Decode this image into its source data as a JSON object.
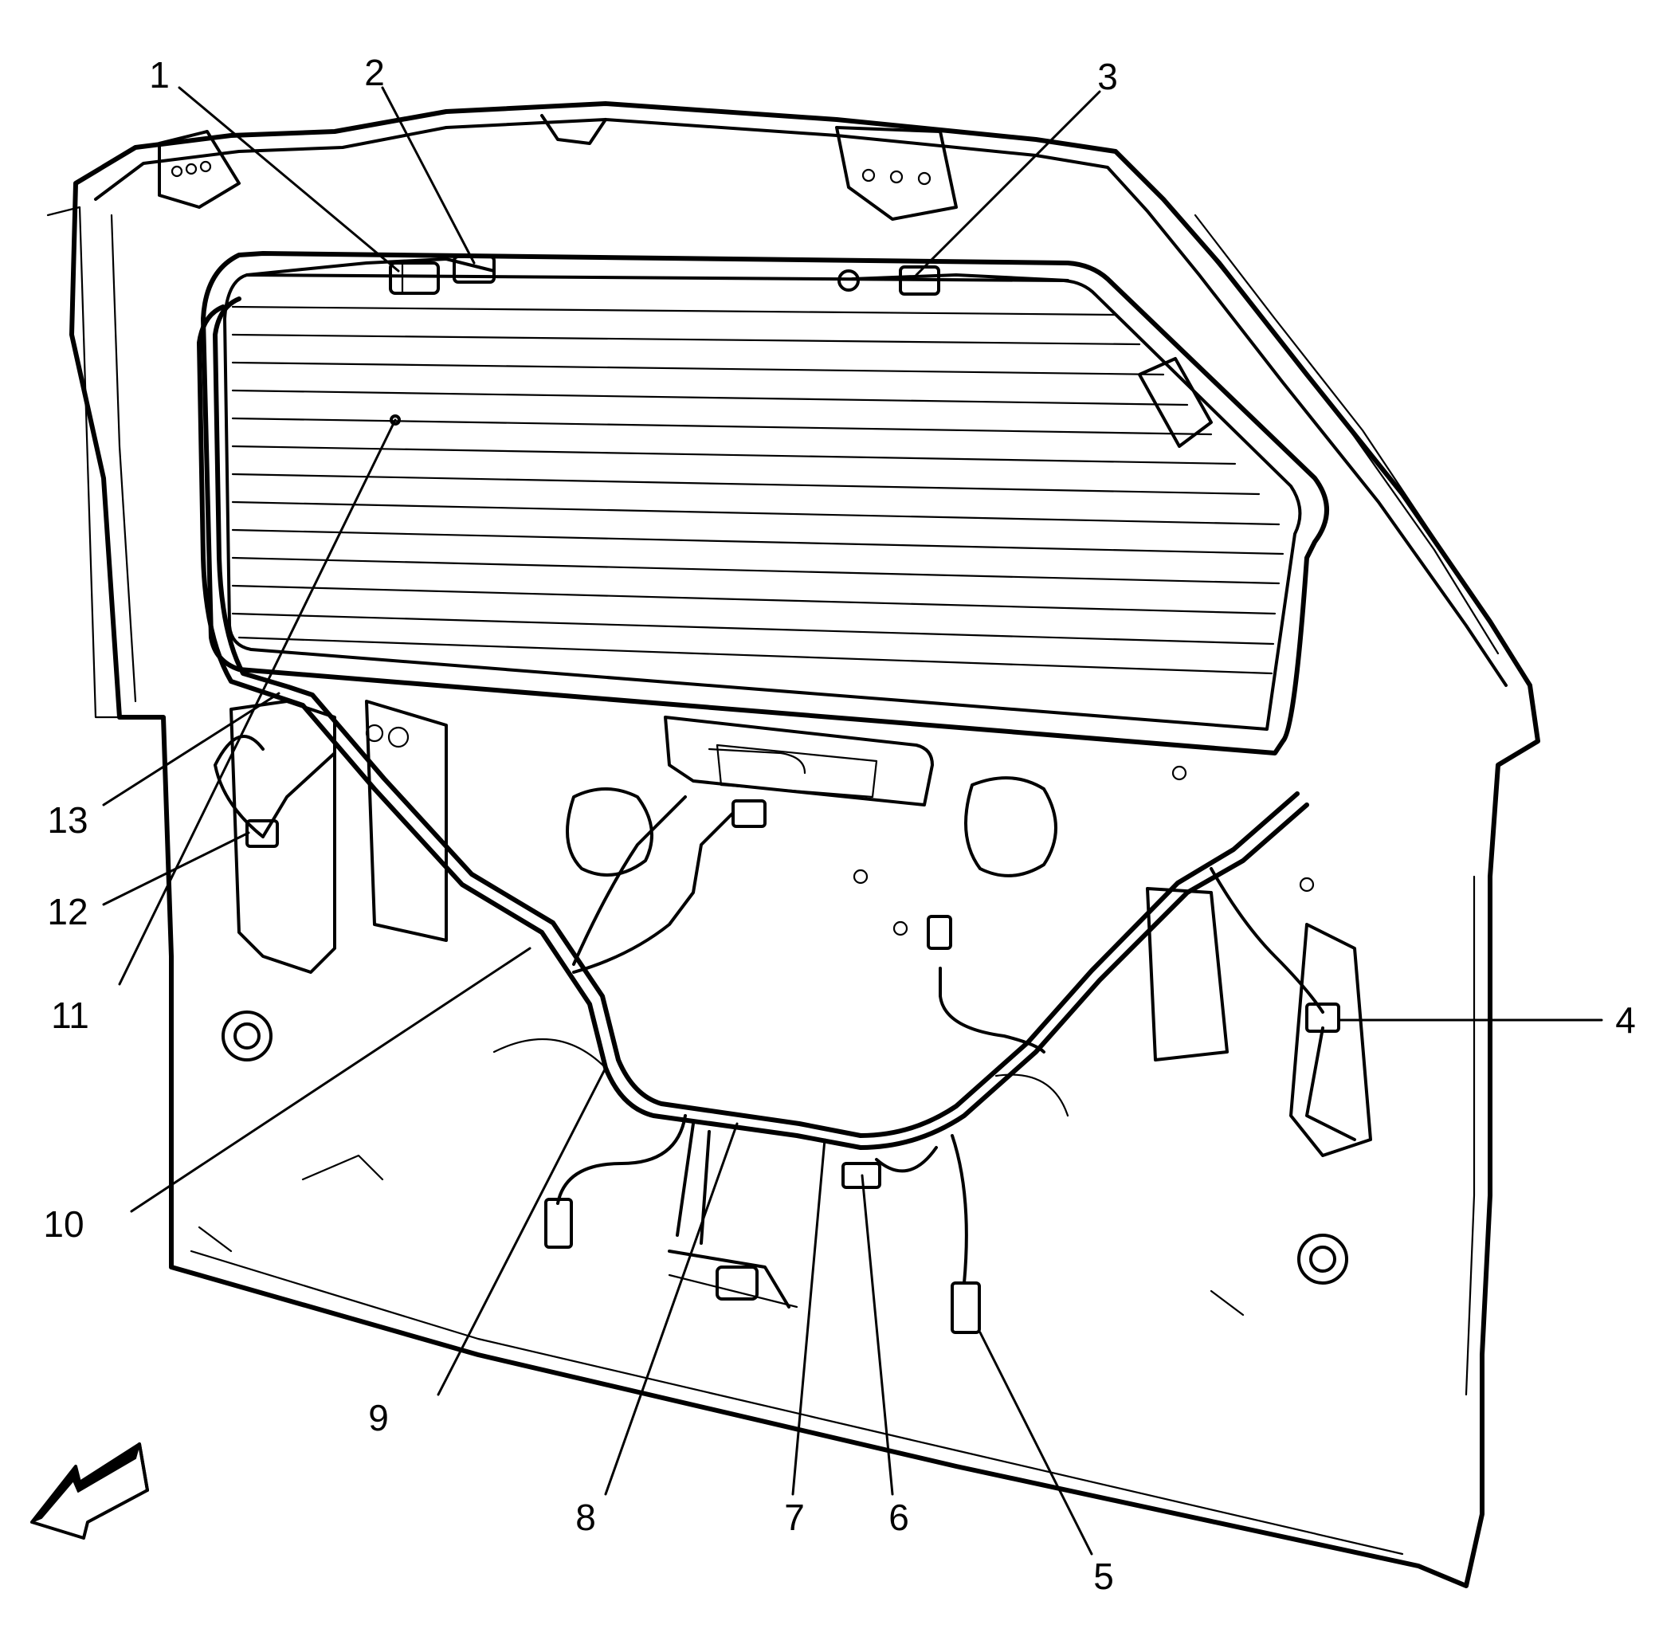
{
  "callouts": [
    {
      "id": "1",
      "text": "1"
    },
    {
      "id": "2",
      "text": "2"
    },
    {
      "id": "3",
      "text": "3"
    },
    {
      "id": "4",
      "text": "4"
    },
    {
      "id": "5",
      "text": "5"
    },
    {
      "id": "6",
      "text": "6"
    },
    {
      "id": "7",
      "text": "7"
    },
    {
      "id": "8",
      "text": "8"
    },
    {
      "id": "9",
      "text": "9"
    },
    {
      "id": "10",
      "text": "10"
    },
    {
      "id": "11",
      "text": "11"
    },
    {
      "id": "12",
      "text": "12"
    },
    {
      "id": "13",
      "text": "13"
    }
  ],
  "icons": {
    "direction_arrow": "front-direction-arrow-icon"
  }
}
